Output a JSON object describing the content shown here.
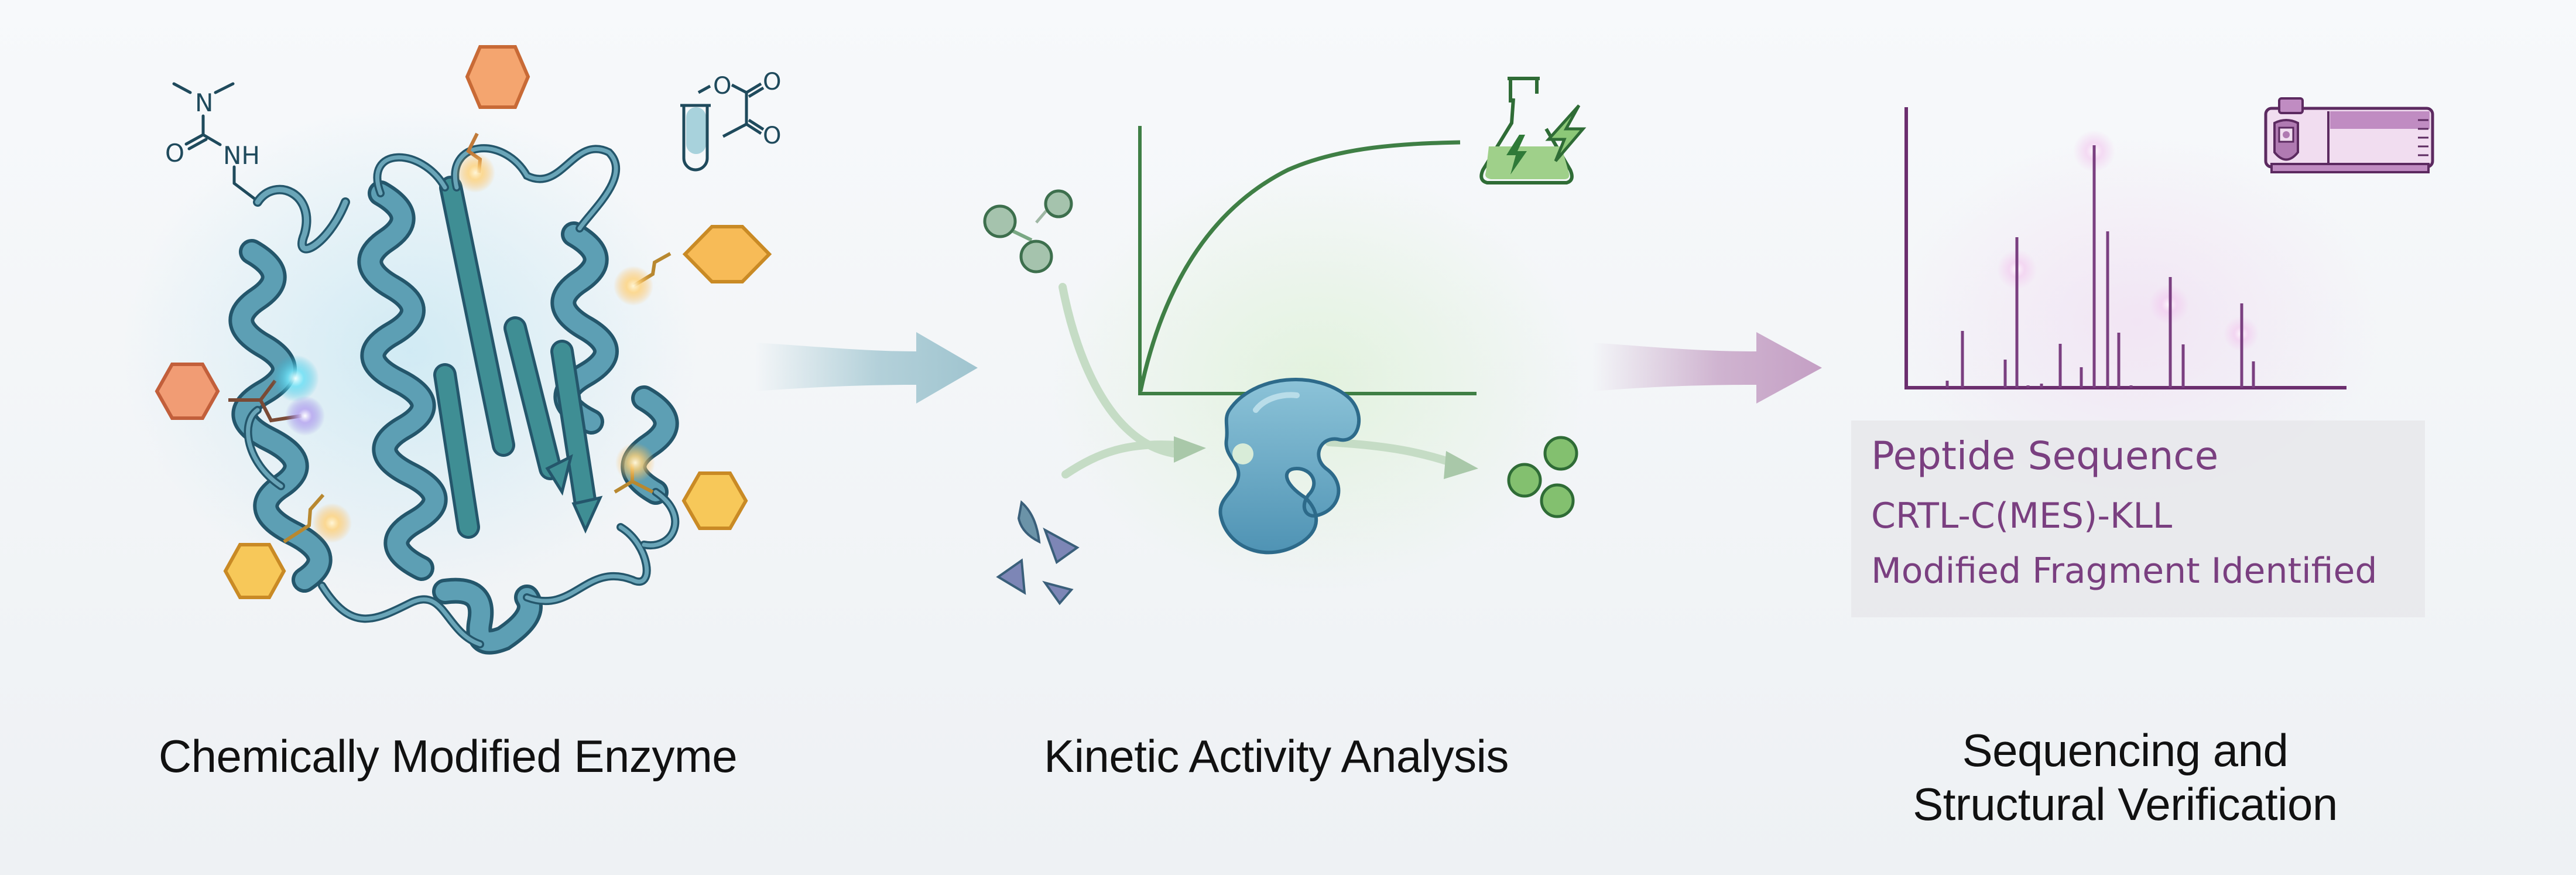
{
  "panels": [
    {
      "id": "modification",
      "caption": "Chemically Modified Enzyme",
      "elements": {
        "protein": "ribbon-structure-enzyme",
        "attached_groups": [
          "orange-hexagon-top",
          "orange-hexagon-left",
          "yellow-hexagon-right",
          "yellow-hexagon-bottom-left",
          "yellow-hexagon-bottom-right"
        ],
        "chem_labels": [
          "N",
          "O",
          "NH",
          "O",
          "O",
          "O"
        ],
        "icons": [
          "urea-structure-icon",
          "test-tube-icon",
          "pyruvate-ester-structure-icon"
        ]
      }
    },
    {
      "id": "kinetics",
      "caption": "Kinetic Activity Analysis",
      "elements": {
        "curve": "saturation-curve",
        "icons": [
          "flask-lightning-icon",
          "substrate-molecule-icon",
          "fragments-icon",
          "enzyme-pacman-icon",
          "product-spheres-icon"
        ]
      }
    },
    {
      "id": "sequencing",
      "caption_lines": [
        "Sequencing and",
        "Structural Verification"
      ],
      "result_box": {
        "title": "Peptide Sequence",
        "sequence": "CRTL-C(MES)-KLL",
        "status": "Modified Fragment Identified"
      },
      "icons": [
        "mass-spectrometer-icon"
      ]
    }
  ],
  "colors": {
    "protein_teal": "#3f8ea3",
    "hex_orange": "#f0a070",
    "hex_yellow": "#f7c25a",
    "kinetics_green": "#3f7f45",
    "spectrum_purple": "#7a3f80",
    "arrow1": "#a8cad4",
    "arrow2": "#c9a8c9"
  },
  "chart_data": [
    {
      "type": "line",
      "title": "",
      "xlabel": "",
      "ylabel": "",
      "description": "Michaelis-Menten style saturation curve (no ticks)",
      "x": [
        0,
        0.1,
        0.2,
        0.3,
        0.4,
        0.5,
        0.6,
        0.7,
        0.8,
        0.9,
        1.0
      ],
      "values": [
        0,
        0.33,
        0.53,
        0.65,
        0.73,
        0.79,
        0.83,
        0.86,
        0.88,
        0.9,
        0.91
      ]
    },
    {
      "type": "bar",
      "title": "Mass spectrum (relative intensities)",
      "xlabel": "",
      "ylabel": "",
      "x": [
        0.09,
        0.13,
        0.22,
        0.25,
        0.28,
        0.31,
        0.35,
        0.4,
        0.43,
        0.46,
        0.49,
        0.51,
        0.54,
        0.59,
        0.62,
        0.75,
        0.78
      ],
      "values": [
        0.03,
        0.22,
        0.1,
        0.58,
        0.01,
        0.02,
        0.15,
        0.07,
        0.97,
        0.59,
        0.19,
        0.01,
        0.46,
        0.14,
        0.25,
        0.26,
        0.08
      ]
    }
  ]
}
